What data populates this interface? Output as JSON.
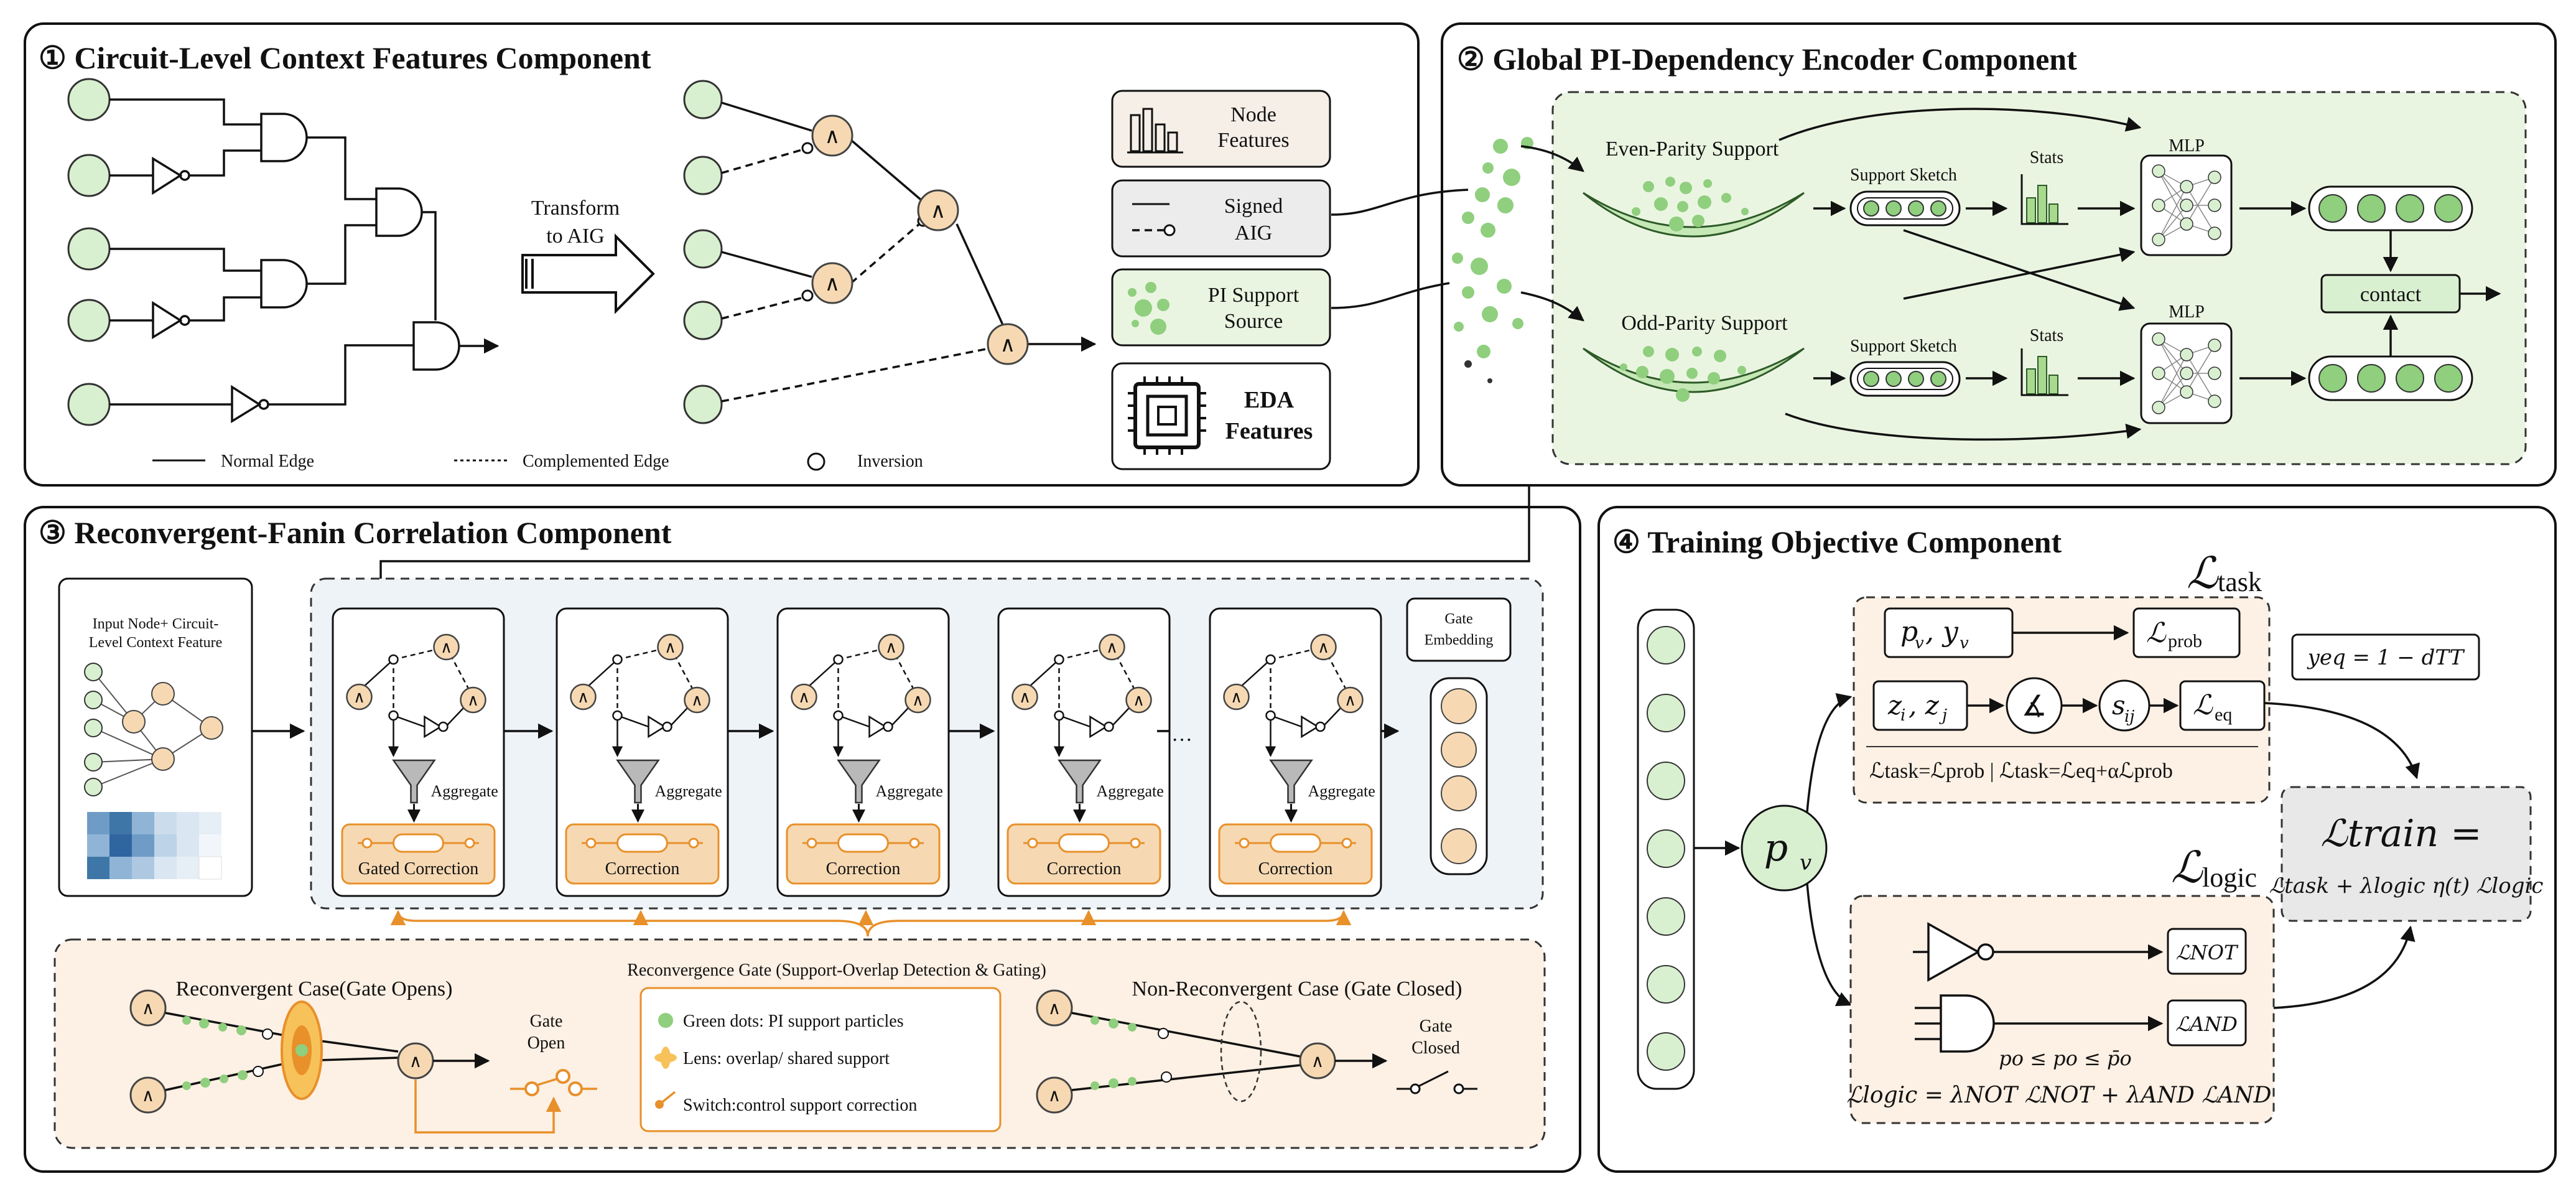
{
  "colors": {
    "pi_green": "#d8f0d0",
    "green_panel": "#eaf5e1",
    "orange_panel": "#fdf0e4",
    "gate_orange": "#f6d9b3",
    "accent_orange": "#e8902a",
    "blue_panel": "#eef3f8",
    "gray_box": "#e8e8e8"
  },
  "panel1": {
    "title": "① Circuit-Level Context Features Component",
    "transform": [
      "Transform",
      "to AIG"
    ],
    "features": {
      "node": [
        "Node",
        "Features"
      ],
      "signed": [
        "Signed",
        "AIG"
      ],
      "pi": [
        "PI Support",
        "Source"
      ],
      "eda": [
        "EDA",
        "Features"
      ]
    },
    "legend": {
      "normal": "Normal Edge",
      "comp": "Complemented Edge",
      "inv": "Inversion"
    },
    "and_symbol": "∧"
  },
  "panel2": {
    "title": "② Global PI-Dependency Encoder Component",
    "even": "Even-Parity Support",
    "odd": "Odd-Parity Support",
    "sketch": "Support Sketch",
    "stats": "Stats",
    "mlp": "MLP",
    "contact": "contact"
  },
  "panel3": {
    "title": "③ Reconvergent-Fanin Correlation Component",
    "input": [
      "Input Node+ Circuit-",
      "Level Context Feature"
    ],
    "aggregate": "Aggregate",
    "stages": [
      "Gated Correction",
      "Correction",
      "Correction",
      "Correction",
      "Correction"
    ],
    "ellipsis": "···",
    "gate_embedding": [
      "Gate",
      "Embedding"
    ],
    "bottom": {
      "gate_title": "Reconvergence Gate (Support-Overlap Detection & Gating)",
      "reconv": "Reconvergent Case(Gate Opens)",
      "nonreconv": "Non-Reconvergent Case (Gate Closed)",
      "gate_open": [
        "Gate",
        "Open"
      ],
      "gate_closed": [
        "Gate",
        "Closed"
      ],
      "legend": [
        "Green dots: PI support particles",
        "Lens: overlap/ shared support",
        "Switch:control support correction"
      ]
    }
  },
  "panel4": {
    "title": "④ Training Objective Component",
    "L_task": "ℒ",
    "L_task_sub": "task",
    "L_logic": "ℒ",
    "L_logic_sub": "logic",
    "pv_box": "p",
    "pv_sub": "v",
    "yv": ", y",
    "zi": "z",
    "zj": ", z",
    "angle": "∡",
    "sij": "s",
    "Lprob": "ℒ",
    "Leq": "ℒ",
    "task_formula": "ℒtask=ℒprob  |  ℒtask=ℒeq+αℒprob",
    "yeq": "yeq = 1 − dTT",
    "Ltrain": "ℒtrain  =",
    "Ltrain_formula": "ℒtask + λlogic η(t) ℒlogic",
    "LNOT": "ℒNOT",
    "LAND": "ℒAND",
    "po": "po ≤ po ≤ p̄o",
    "logic_formula": "ℒlogic = λNOT ℒNOT + λAND ℒAND"
  }
}
